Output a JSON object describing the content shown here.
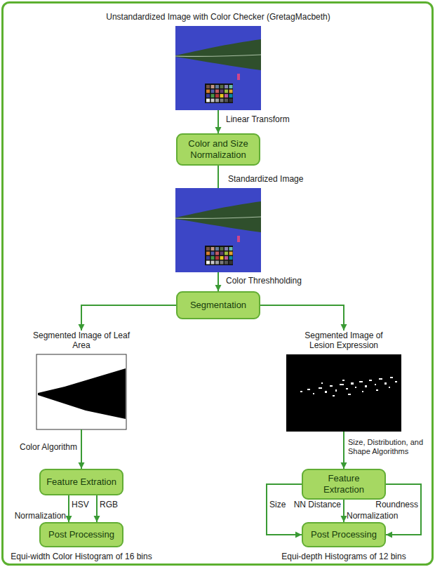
{
  "diagram": {
    "nodes": [
      {
        "text": [
          "Unstandardized Image with Color Checker (GretagMacbeth)"
        ]
      },
      {
        "text": [
          "Color and Size Normalization"
        ]
      },
      {
        "text": [
          "Standardized Image"
        ]
      },
      {
        "text": [
          "Segmentation"
        ]
      },
      {
        "text": [
          "Segmented Image of Leaf Area"
        ]
      },
      {
        "text": [
          "Segmented Image of Lesion Expression"
        ]
      },
      {
        "text": [
          "Feature Extration"
        ]
      },
      {
        "text": [
          "Feature Extraction"
        ]
      },
      {
        "text": [
          "Post Processing"
        ]
      },
      {
        "text": [
          "Post Processing"
        ]
      }
    ],
    "edges": [
      {
        "from": 0,
        "to": 1,
        "label": "Linear Transform",
        "arrow": "to"
      },
      {
        "from": 1,
        "to": 2,
        "arrow": "none"
      },
      {
        "from": 2,
        "to": 3,
        "label": "Color Threshholding",
        "arrow": "to"
      },
      {
        "from": 3,
        "to": 4,
        "arrow": "to"
      },
      {
        "from": 3,
        "to": 5,
        "arrow": "to"
      },
      {
        "from": 4,
        "to": 6,
        "label": "Color Algorithm",
        "arrow": "to"
      },
      {
        "from": 5,
        "to": 7,
        "label": "Size, Distribution, and Shape Algorithms",
        "arrow": "to"
      },
      {
        "from": 6,
        "to": 8,
        "label": "HSV",
        "arrow": "to"
      },
      {
        "from": 6,
        "to": 8,
        "label": "RGB",
        "arrow": "to"
      },
      {
        "from": 7,
        "to": 9,
        "label": "Size",
        "arrow": "to"
      },
      {
        "from": 7,
        "to": 9,
        "label": "NN Distance",
        "arrow": "to"
      },
      {
        "from": 7,
        "to": 9,
        "label": "Roundness",
        "arrow": "to"
      }
    ],
    "labels": [
      "Normalization",
      "Normalization",
      "Equi-width Color Histogram of 16 bins",
      "Equi-depth Histograms of 12 bins"
    ]
  }
}
